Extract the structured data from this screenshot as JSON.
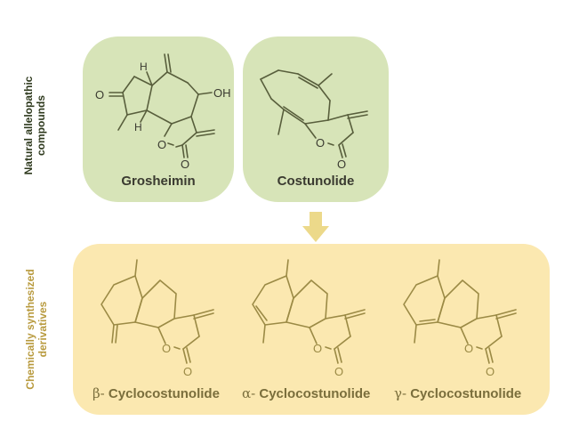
{
  "natural": {
    "section_label": "Natural allelopathic compounds",
    "compounds": [
      {
        "name": "Grosheimin",
        "atoms": [
          "O",
          "OH",
          "H",
          "H",
          "O",
          "O"
        ]
      },
      {
        "name": "Costunolide",
        "atoms": [
          "O",
          "O"
        ]
      }
    ]
  },
  "derived": {
    "section_label": "Chemically synthesized derivatives",
    "compounds": [
      {
        "prefix": "β-",
        "name": "Cyclocostunolide",
        "atoms": [
          "O",
          "O"
        ]
      },
      {
        "prefix": "α-",
        "name": "Cyclocostunolide",
        "atoms": [
          "O",
          "O"
        ]
      },
      {
        "prefix": "γ-",
        "name": "Cyclocostunolide",
        "atoms": [
          "O",
          "O"
        ]
      }
    ]
  },
  "colors": {
    "green_card": "#d7e4b8",
    "yellow_panel": "#fbe8b0",
    "green_label": "#2f3a1e",
    "yellow_label": "#b89a3e",
    "arrow": "#ecd98a",
    "green_bond": "#585e3c",
    "yellow_bond": "#9b8a45"
  }
}
